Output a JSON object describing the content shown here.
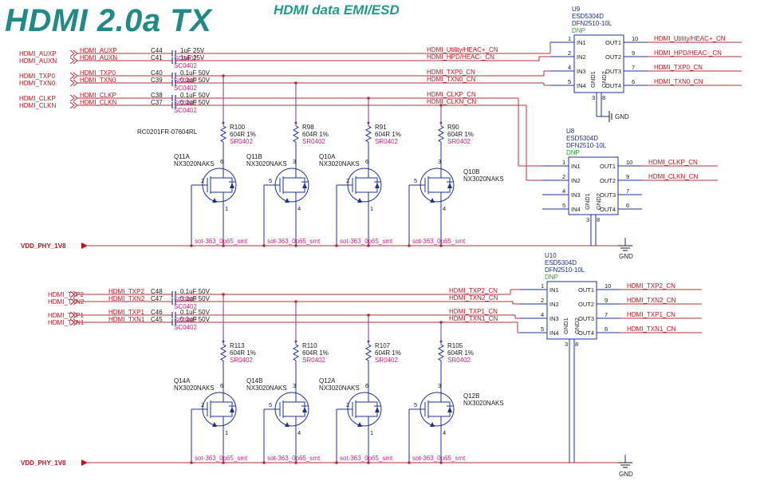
{
  "title": "HDMI 2.0a TX",
  "subtitle": "HDMI data EMI/ESD",
  "ground_label": "GND",
  "supply_label": "VDD_PHY_1V8",
  "misc_label": "RC0201FR-07604RL",
  "left_nets_top": [
    {
      "net": "HDMI_AUXP",
      "inner": "HDMI_AUXP",
      "cap": "C44",
      "value": "1uF 25V",
      "pkg": "SC0402"
    },
    {
      "net": "HDMI_AUXN",
      "inner": "HDMI_AUXN",
      "cap": "C41",
      "value": "1uF 25V",
      "pkg": "SC0402"
    },
    {
      "net": "HDMI_TXP0",
      "inner": "HDMI_TXP0",
      "cap": "C40",
      "value": "0.1uF 50V",
      "pkg": "SC0402"
    },
    {
      "net": "HDMI_TXN0",
      "inner": "HDMI_TXN0",
      "cap": "C39",
      "value": "0.1uF 50V",
      "pkg": "SC0402"
    },
    {
      "net": "HDMI_CLKP",
      "inner": "HDMI_CLKP",
      "cap": "C38",
      "value": "0.1uF 50V",
      "pkg": "SC0402"
    },
    {
      "net": "HDMI_CLKN",
      "inner": "HDMI_CLKN",
      "cap": "C37",
      "value": "0.1uF 50V",
      "pkg": "SC0402"
    }
  ],
  "left_nets_bottom": [
    {
      "net": "HDMI_TXP2",
      "inner": "HDMI_TXP2",
      "cap": "C48",
      "value": "0.1uF 50V",
      "pkg": "SC0402"
    },
    {
      "net": "HDMI_TXN2",
      "inner": "HDMI_TXN2",
      "cap": "C47",
      "value": "0.1uF 50V",
      "pkg": "SC0402"
    },
    {
      "net": "HDMI_TXP1",
      "inner": "HDMI_TXP1",
      "cap": "C46",
      "value": "0.1uF 50V",
      "pkg": "SC0402"
    },
    {
      "net": "HDMI_TXN1",
      "inner": "HDMI_TXN1",
      "cap": "C45",
      "value": "0.1uF 50V",
      "pkg": "SC0402"
    }
  ],
  "resistors_top": [
    {
      "ref": "R100",
      "value": "604R 1%",
      "pkg": "SR0402"
    },
    {
      "ref": "R98",
      "value": "604R 1%",
      "pkg": "SR0402"
    },
    {
      "ref": "R91",
      "value": "604R 1%",
      "pkg": "SR0402"
    },
    {
      "ref": "R90",
      "value": "604R 1%",
      "pkg": "SR0402"
    }
  ],
  "resistors_bottom": [
    {
      "ref": "R113",
      "value": "604R 1%",
      "pkg": "SR0402"
    },
    {
      "ref": "R110",
      "value": "604R 1%",
      "pkg": "SR0402"
    },
    {
      "ref": "R107",
      "value": "604R 1%",
      "pkg": "SR0402"
    },
    {
      "ref": "R105",
      "value": "604R 1%",
      "pkg": "SR0402"
    }
  ],
  "fets_top": [
    {
      "ref": "Q11A",
      "part": "NX3020NAKS",
      "gate": "2",
      "drain": "6",
      "source": "1",
      "pkg": "sot-363_0p65_smt"
    },
    {
      "ref": "Q11B",
      "part": "NX3020NAKS",
      "gate": "5",
      "drain": "3",
      "source": "4",
      "pkg": "sot-363_0p65_smt"
    },
    {
      "ref": "Q10A",
      "part": "NX3020NAKS",
      "gate": "2",
      "drain": "6",
      "source": "1",
      "pkg": "sot-363_0p65_smt"
    },
    {
      "ref": "Q10B",
      "part": "NX3020NAKS",
      "gate": "5",
      "drain": "3",
      "source": "4",
      "pkg": "sot-363_0p65_smt"
    }
  ],
  "fets_bottom": [
    {
      "ref": "Q14A",
      "part": "NX3020NAKS",
      "gate": "2",
      "drain": "6",
      "source": "1",
      "pkg": "sot-363_0p65_smt"
    },
    {
      "ref": "Q14B",
      "part": "NX3020NAKS",
      "gate": "5",
      "drain": "3",
      "source": "4",
      "pkg": "sot-363_0p65_smt"
    },
    {
      "ref": "Q12A",
      "part": "NX3020NAKS",
      "gate": "2",
      "drain": "6",
      "source": "1",
      "pkg": "sot-363_0p65_smt"
    },
    {
      "ref": "Q12B",
      "part": "NX3020NAKS",
      "gate": "5",
      "drain": "3",
      "source": "4",
      "pkg": "sot-363_0p65_smt"
    }
  ],
  "esd_chips": [
    {
      "ref": "U9",
      "part": "ESD5304D",
      "pkg": "DFN2510-10L",
      "dnp": "DNP",
      "pins_in": [
        {
          "num": "1",
          "name": "IN1",
          "net": "HDMI_Utility/HEAC+_CN"
        },
        {
          "num": "2",
          "name": "IN2",
          "net": "HDMI_HPD/HEAC-_CN"
        },
        {
          "num": "4",
          "name": "IN3",
          "net": "HDMI_TXP0_CN"
        },
        {
          "num": "5",
          "name": "IN4",
          "net": "HDMI_TXN0_CN"
        }
      ],
      "pins_out": [
        {
          "num": "10",
          "name": "OUT1",
          "net": "HDMI_Utility/HEAC+_CN"
        },
        {
          "num": "9",
          "name": "OUT2",
          "net": "HDMI_HPD/HEAC-_CN"
        },
        {
          "num": "7",
          "name": "OUT3",
          "net": "HDMI_TXP0_CN"
        },
        {
          "num": "6",
          "name": "OUT4",
          "net": "HDMI_TXN0_CN"
        }
      ],
      "gnd_pins": [
        "3",
        "8"
      ],
      "gnd_names": [
        "GND1",
        "GND2"
      ]
    },
    {
      "ref": "U8",
      "part": "ESD5304D",
      "pkg": "DFN2510-10L",
      "dnp": "DNP",
      "pins_in": [
        {
          "num": "1",
          "name": "IN1",
          "net": "HDMI_CLKP_CN"
        },
        {
          "num": "2",
          "name": "IN2",
          "net": "HDMI_CLKN_CN"
        },
        {
          "num": "4",
          "name": "IN3",
          "net": ""
        },
        {
          "num": "5",
          "name": "IN4",
          "net": ""
        }
      ],
      "pins_out": [
        {
          "num": "10",
          "name": "OUT1",
          "net": "HDMI_CLKP_CN"
        },
        {
          "num": "9",
          "name": "OUT2",
          "net": "HDMI_CLKN_CN"
        },
        {
          "num": "7",
          "name": "OUT3",
          "net": ""
        },
        {
          "num": "6",
          "name": "OUT4",
          "net": ""
        }
      ],
      "gnd_pins": [
        "3",
        "8"
      ],
      "gnd_names": [
        "GND1",
        "GND2"
      ]
    },
    {
      "ref": "U10",
      "part": "ESD5304D",
      "pkg": "DFN2510-10L",
      "dnp": "DNP",
      "pins_in": [
        {
          "num": "1",
          "name": "IN1",
          "net": "HDMI_TXP2_CN"
        },
        {
          "num": "2",
          "name": "IN2",
          "net": "HDMI_TXN2_CN"
        },
        {
          "num": "4",
          "name": "IN3",
          "net": "HDMI_TXP1_CN"
        },
        {
          "num": "5",
          "name": "IN4",
          "net": "HDMI_TXN1_CN"
        }
      ],
      "pins_out": [
        {
          "num": "10",
          "name": "OUT1",
          "net": "HDMI_TXP2_CN"
        },
        {
          "num": "9",
          "name": "OUT2",
          "net": "HDMI_TXN2_CN"
        },
        {
          "num": "7",
          "name": "OUT3",
          "net": "HDMI_TXP1_CN"
        },
        {
          "num": "6",
          "name": "OUT4",
          "net": "HDMI_TXN1_CN"
        }
      ],
      "gnd_pins": [
        "3",
        "8"
      ],
      "gnd_names": [
        "GND1",
        "GND2"
      ]
    }
  ]
}
